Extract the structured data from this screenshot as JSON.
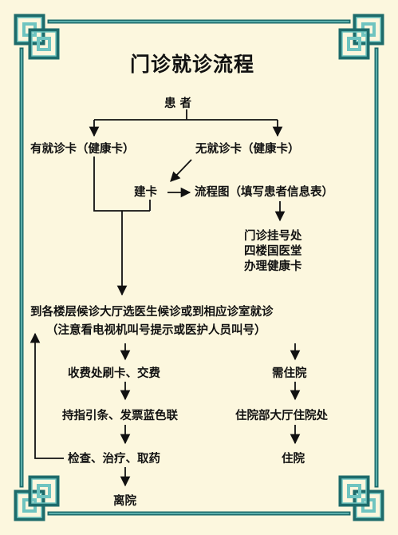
{
  "title": "门诊就诊流程",
  "colors": {
    "background": "#fcf7de",
    "border_dark": "#1d6b6b",
    "border_light": "#6fc4c0",
    "ink": "#111111"
  },
  "nodes": {
    "patient": "患  者",
    "with_card": "有就诊卡（健康卡）",
    "without_card": "无就诊卡（健康卡）",
    "create_card": "建卡",
    "flowchart_form": "流程图（填写患者信息表）",
    "registration_lines": [
      "门诊挂号处",
      "四楼国医堂",
      "办理健康卡"
    ],
    "go_to_waiting": "到各楼层候诊大厅选医生候诊或到相应诊室就诊",
    "waiting_note": "（注意看电视机叫号提示或医护人员叫号）",
    "pay": "收费处刷卡、交费",
    "admission_needed": "需住院",
    "guide_slip": "持指引条、发票蓝色联",
    "inpatient_hall": "住院部大厅住院处",
    "exam_treat": "检查、治疗、取药",
    "hospitalized": "住院",
    "leave": "离院"
  }
}
